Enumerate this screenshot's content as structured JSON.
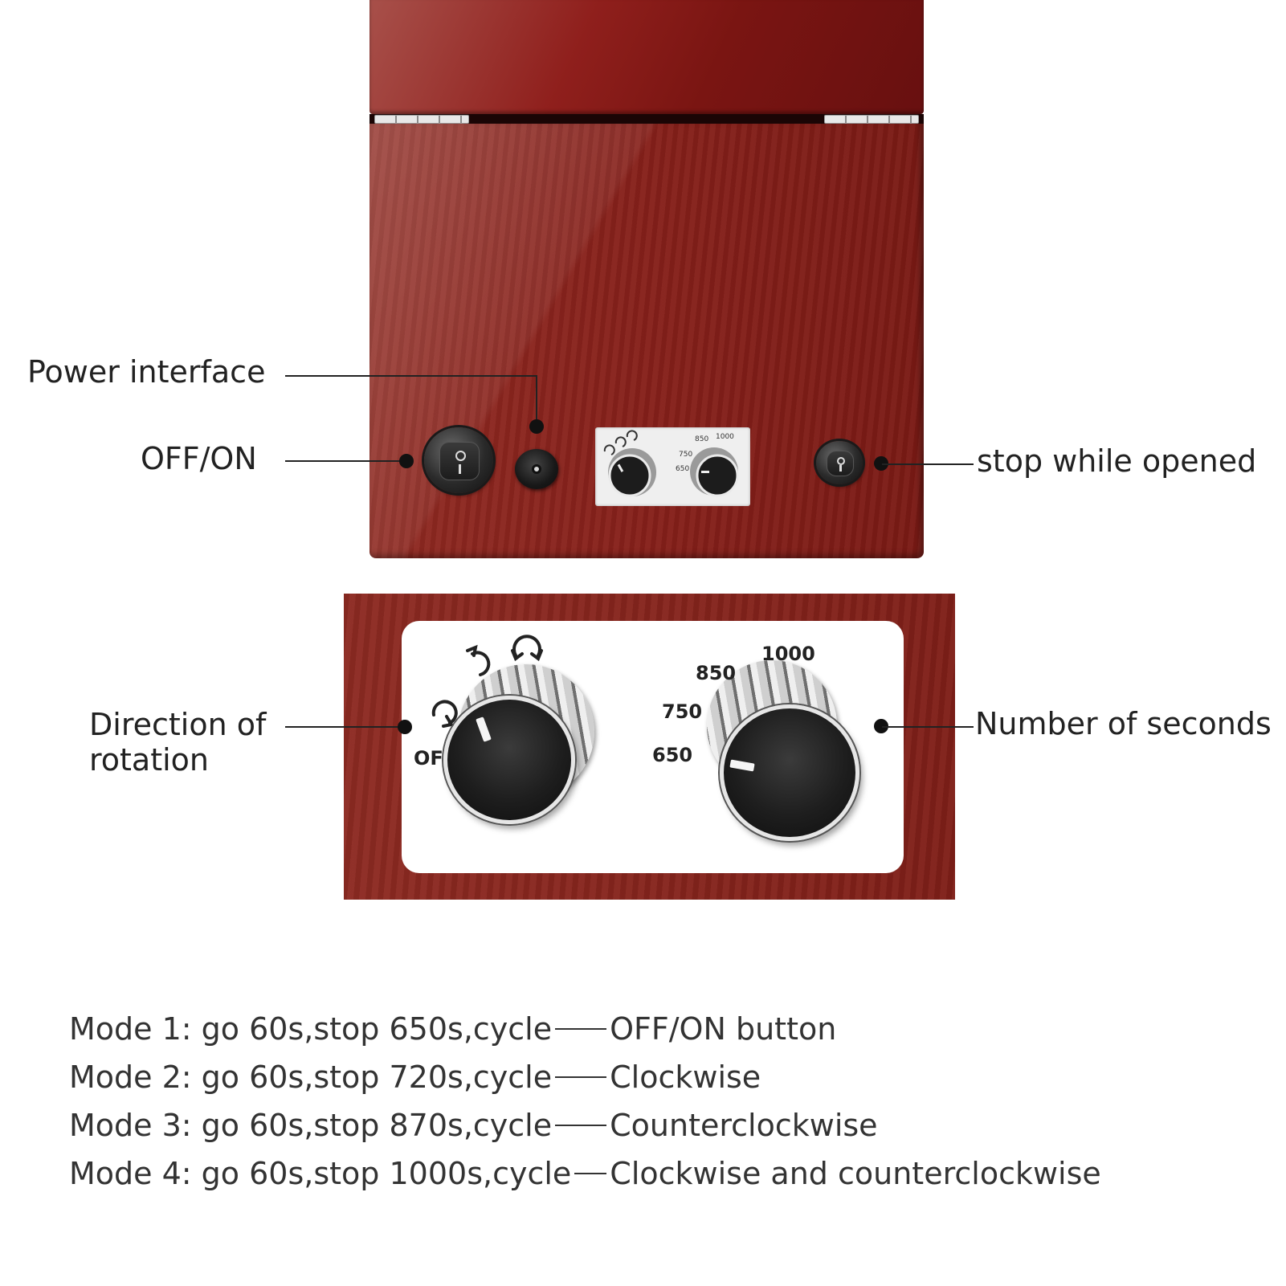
{
  "callouts": {
    "power_interface": "Power interface",
    "off_on": "OFF/ON",
    "stop_while_opened": "stop while opened",
    "direction_of_rotation": [
      "Direction of",
      "rotation"
    ],
    "number_of_seconds": "Number of seconds"
  },
  "seconds_scale": [
    "650",
    "750",
    "850",
    "1000"
  ],
  "direction_scale_text": "OF",
  "modes": [
    {
      "mode": "Mode 1: go 60s,stop 650s,cycle",
      "action": "OFF/ON button"
    },
    {
      "mode": "Mode 2: go 60s,stop 720s,cycle",
      "action": "Clockwise"
    },
    {
      "mode": "Mode 3: go 60s,stop 870s,cycle",
      "action": "Counterclockwise"
    },
    {
      "mode": "Mode 4: go 60s,stop 1000s,cycle",
      "action": "Clockwise and counterclockwise"
    }
  ],
  "colors": {
    "wood": "#86201a",
    "plate": "#ffffff",
    "knob": "#1e1e1e",
    "text": "#222222"
  },
  "icons": [
    "rocker-switch-icon",
    "power-jack-icon",
    "clockwise-arrow-icon",
    "counterclockwise-arrow-icon",
    "bidirectional-arrow-icon"
  ]
}
